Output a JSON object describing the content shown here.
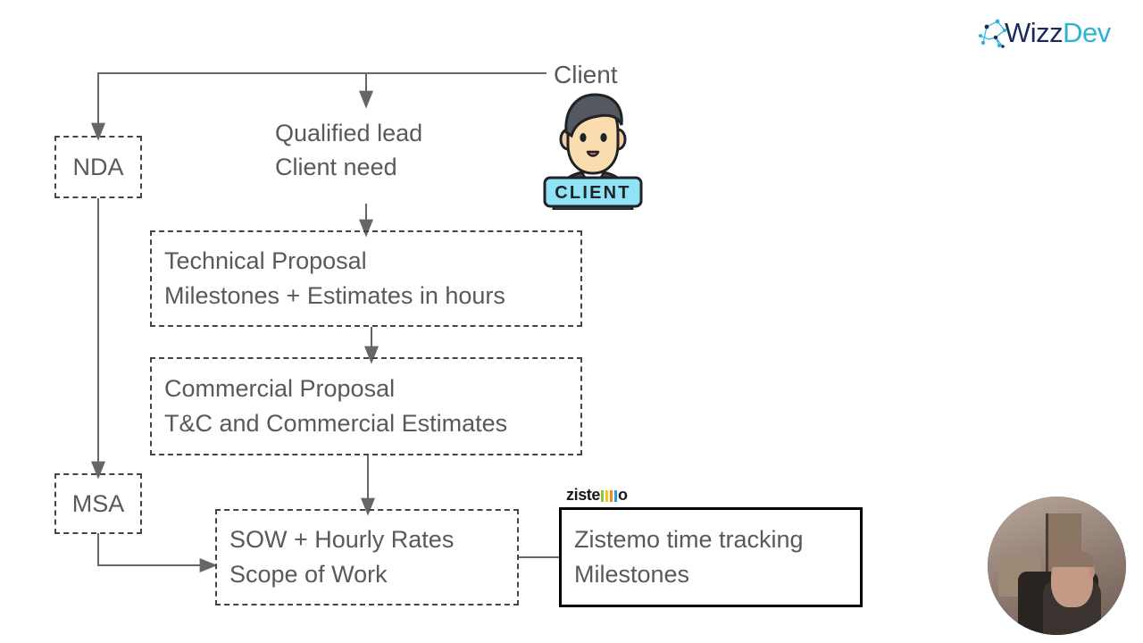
{
  "brand": {
    "logo_wizz": "Wizz",
    "logo_dev": "Dev",
    "logo_name": "WizzDev"
  },
  "diagram": {
    "client": {
      "label": "Client",
      "avatar_badge": "CLIENT",
      "badge_color": "#8fe3f5"
    },
    "lead_note": {
      "line1": "Qualified lead",
      "line2": "Client need"
    },
    "nda": {
      "label": "NDA"
    },
    "msa": {
      "label": "MSA"
    },
    "technical_proposal": {
      "line1": "Technical Proposal",
      "line2": "Milestones + Estimates in hours"
    },
    "commercial_proposal": {
      "line1": "Commercial Proposal",
      "line2": "T&C and Commercial Estimates"
    },
    "sow": {
      "line1": "SOW + Hourly Rates",
      "line2": "Scope of Work"
    },
    "zistemo_box": {
      "line1": "Zistemo time tracking",
      "line2": "Milestones"
    },
    "zistemo_logo": {
      "text_left": "ziste",
      "text_right": "o",
      "bar_colors": [
        "#8cc63f",
        "#f5c518",
        "#f08a24",
        "#2e9bd6"
      ]
    },
    "colors": {
      "text": "#595959",
      "stroke": "#666666",
      "dashed_border": "#444444",
      "solid_border": "#000000"
    }
  }
}
